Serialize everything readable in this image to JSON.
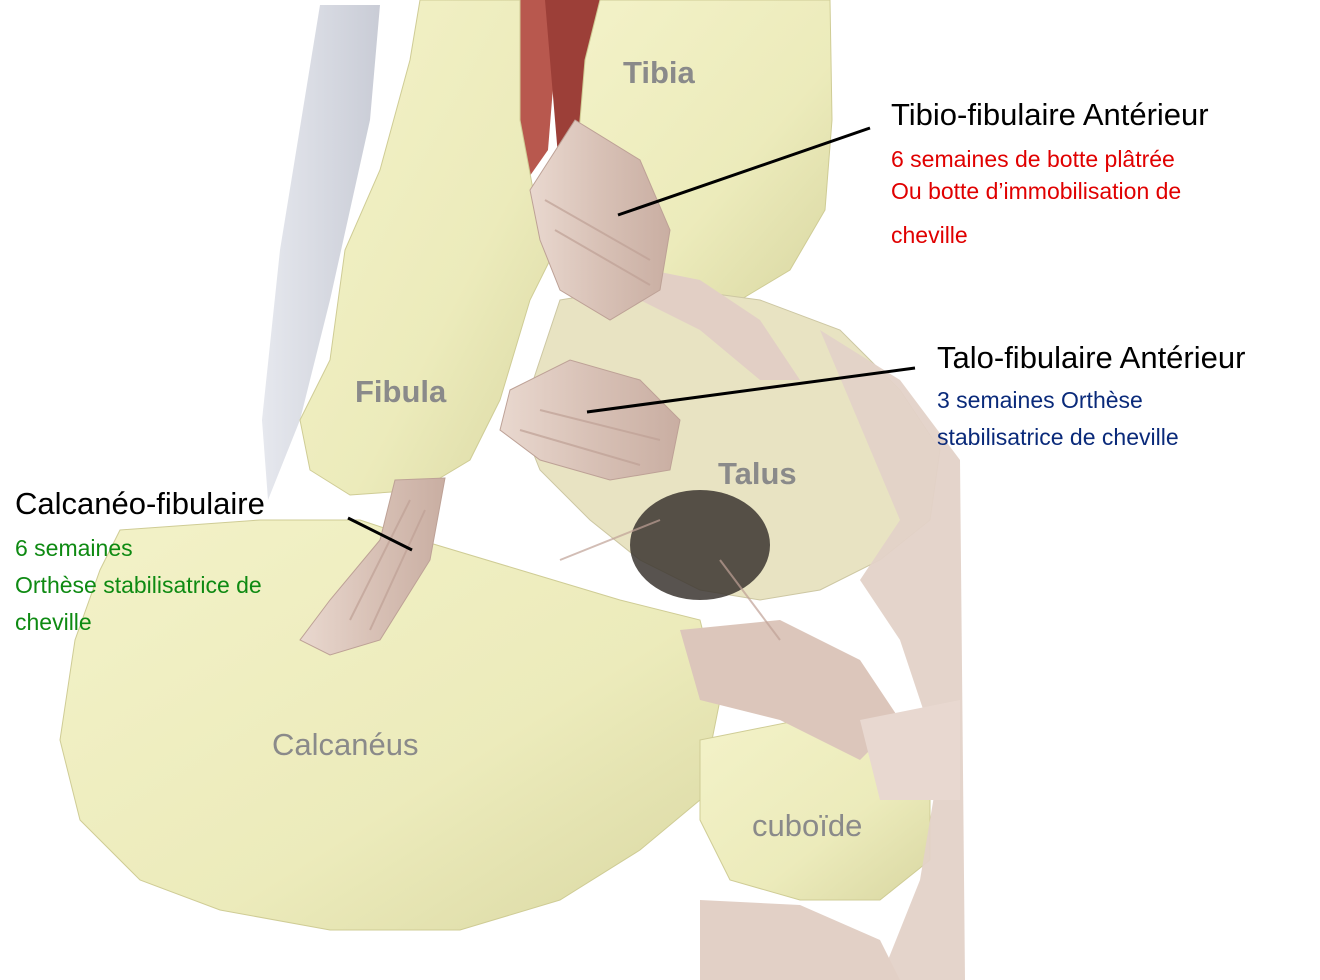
{
  "bones": {
    "tibia": "Tibia",
    "fibula": "Fibula",
    "talus": "Talus",
    "calcaneus": "Calcanéus",
    "cuboide": "cuboïde"
  },
  "ligaments": {
    "tibio_fibulaire": {
      "title": "Tibio-fibulaire Antérieur",
      "lines": [
        "6 semaines de botte plâtrée",
        "Ou botte d’immobilisation de",
        "cheville"
      ],
      "color": "#e00000"
    },
    "talo_fibulaire": {
      "title": "Talo-fibulaire Antérieur",
      "lines": [
        "3 semaines Orthèse",
        "stabilisatrice de cheville"
      ],
      "color": "#0a2a7a"
    },
    "calcaneo_fibulaire": {
      "title": "Calcanéo-fibulaire",
      "lines": [
        "6 semaines",
        "Orthèse stabilisatrice de",
        "cheville"
      ],
      "color": "#0e8a12"
    }
  }
}
